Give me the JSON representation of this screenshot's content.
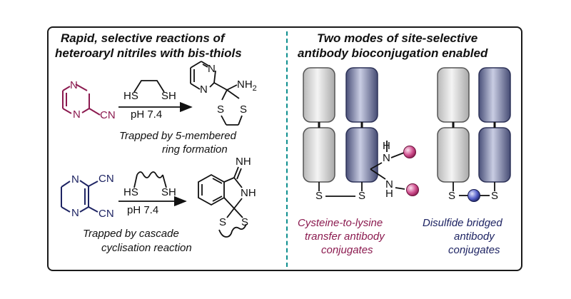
{
  "left_panel": {
    "title_line1": "Rapid, selective reactions of",
    "title_line2": "heteroaryl nitriles with bis-thiols",
    "reaction1": {
      "sm_atom_n1": "N",
      "sm_atom_n2": "N",
      "sm_group": "CN",
      "reagent_hs": "HS",
      "reagent_sh": "SH",
      "condition": "pH 7.4",
      "product_atom_n1": "N",
      "product_atom_n2": "N",
      "product_nh2": "NH",
      "product_nh2_sub": "2",
      "product_s1": "S",
      "product_s2": "S",
      "caption_line1": "Trapped by 5-membered",
      "caption_line2": "ring formation"
    },
    "reaction2": {
      "sm_atom_n1": "N",
      "sm_atom_n2": "N",
      "sm_group1": "CN",
      "sm_group2": "CN",
      "reagent_hs": "HS",
      "reagent_sh": "SH",
      "condition": "pH 7.4",
      "product_nh_imine": "NH",
      "product_nh_ring": "NH",
      "product_s1": "S",
      "product_s2": "S",
      "caption_line1": "Trapped by cascade",
      "caption_line2": "cyclisation reaction"
    }
  },
  "right_panel": {
    "title_line1": "Two modes of site-selective",
    "title_line2": "antibody bioconjugation enabled",
    "conjugate1": {
      "amine1": "N",
      "amine1_h": "H",
      "amine2": "N",
      "amine2_h": "H",
      "s_left": "S",
      "s_right": "S",
      "caption_line1": "Cysteine-to-lysine",
      "caption_line2": "transfer antibody",
      "caption_line3": "conjugates"
    },
    "conjugate2": {
      "s_left": "S",
      "s_right": "S",
      "caption_line1": "Disulfide bridged",
      "caption_line2": "antibody",
      "caption_line3": "conjugates"
    }
  },
  "colors": {
    "plum": "#8b1a4f",
    "navy": "#1e2463",
    "divider": "#0e8f8f",
    "light_domain": "#d9d9d9",
    "dark_domain": "#6d7399",
    "bead_plum": "#c0307a",
    "bead_navy": "#3b44b0"
  }
}
